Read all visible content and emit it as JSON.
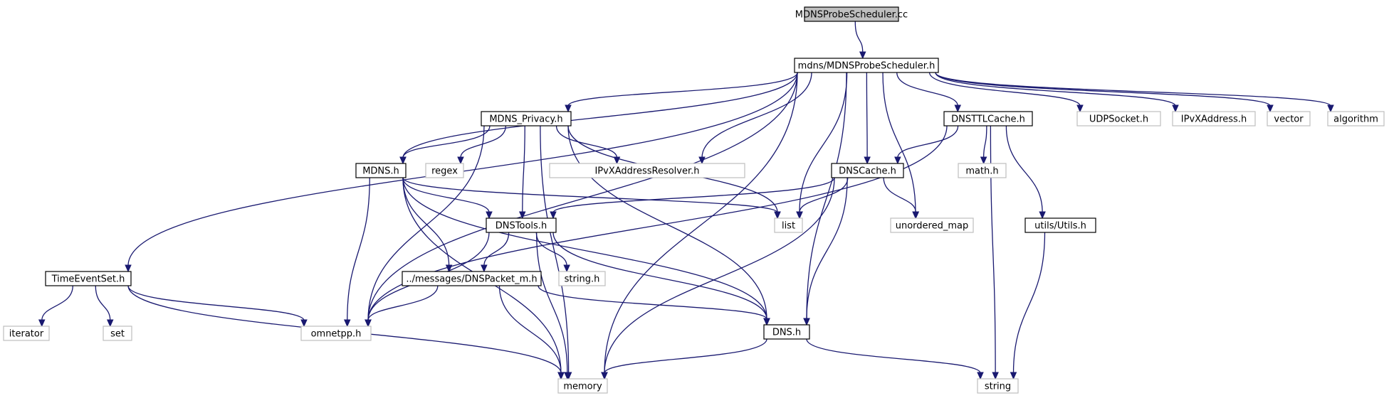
{
  "nodes": {
    "root": {
      "label": "MDNSProbeScheduler.cc",
      "kind": "root"
    },
    "sched": {
      "label": "mdns/MDNSProbeScheduler.h",
      "kind": "internal"
    },
    "privacy": {
      "label": "MDNS_Privacy.h",
      "kind": "internal"
    },
    "ttl": {
      "label": "DNSTTLCache.h",
      "kind": "internal"
    },
    "udp": {
      "label": "UDPSocket.h",
      "kind": "external"
    },
    "ipvx": {
      "label": "IPvXAddress.h",
      "kind": "external"
    },
    "vector": {
      "label": "vector",
      "kind": "external"
    },
    "algorithm": {
      "label": "algorithm",
      "kind": "external"
    },
    "mdns": {
      "label": "MDNS.h",
      "kind": "internal"
    },
    "regex": {
      "label": "regex",
      "kind": "external"
    },
    "resolver": {
      "label": "IPvXAddressResolver.h",
      "kind": "external"
    },
    "cache": {
      "label": "DNSCache.h",
      "kind": "internal"
    },
    "math": {
      "label": "math.h",
      "kind": "external"
    },
    "list": {
      "label": "list",
      "kind": "external"
    },
    "umap": {
      "label": "unordered_map",
      "kind": "external"
    },
    "tools": {
      "label": "DNSTools.h",
      "kind": "internal"
    },
    "utils": {
      "label": "utils/Utils.h",
      "kind": "internal"
    },
    "tes": {
      "label": "TimeEventSet.h",
      "kind": "internal"
    },
    "packet": {
      "label": "../messages/DNSPacket_m.h",
      "kind": "internal"
    },
    "stringh": {
      "label": "string.h",
      "kind": "external"
    },
    "iterator": {
      "label": "iterator",
      "kind": "external"
    },
    "set": {
      "label": "set",
      "kind": "external"
    },
    "omnet": {
      "label": "omnetpp.h",
      "kind": "external"
    },
    "dns": {
      "label": "DNS.h",
      "kind": "internal"
    },
    "memory": {
      "label": "memory",
      "kind": "external"
    },
    "string": {
      "label": "string",
      "kind": "external"
    }
  },
  "edges": [
    [
      "root",
      "sched"
    ],
    [
      "sched",
      "tes"
    ],
    [
      "sched",
      "memory"
    ],
    [
      "sched",
      "omnet"
    ],
    [
      "sched",
      "mdns"
    ],
    [
      "sched",
      "privacy"
    ],
    [
      "sched",
      "resolver"
    ],
    [
      "sched",
      "list"
    ],
    [
      "sched",
      "cache"
    ],
    [
      "sched",
      "umap"
    ],
    [
      "sched",
      "ttl"
    ],
    [
      "sched",
      "udp"
    ],
    [
      "sched",
      "ipvx"
    ],
    [
      "sched",
      "vector"
    ],
    [
      "sched",
      "algorithm"
    ],
    [
      "sched",
      "dns"
    ],
    [
      "privacy",
      "omnet"
    ],
    [
      "privacy",
      "mdns"
    ],
    [
      "privacy",
      "regex"
    ],
    [
      "privacy",
      "resolver"
    ],
    [
      "privacy",
      "tools"
    ],
    [
      "privacy",
      "memory"
    ],
    [
      "privacy",
      "list"
    ],
    [
      "privacy",
      "dns"
    ],
    [
      "ttl",
      "omnet"
    ],
    [
      "ttl",
      "cache"
    ],
    [
      "ttl",
      "math"
    ],
    [
      "ttl",
      "string"
    ],
    [
      "ttl",
      "utils"
    ],
    [
      "mdns",
      "memory"
    ],
    [
      "mdns",
      "omnet"
    ],
    [
      "mdns",
      "packet"
    ],
    [
      "mdns",
      "tools"
    ],
    [
      "mdns",
      "list"
    ],
    [
      "mdns",
      "dns"
    ],
    [
      "cache",
      "tools"
    ],
    [
      "cache",
      "list"
    ],
    [
      "cache",
      "umap"
    ],
    [
      "cache",
      "dns"
    ],
    [
      "cache",
      "memory"
    ],
    [
      "tools",
      "omnet"
    ],
    [
      "tools",
      "packet"
    ],
    [
      "tools",
      "stringh"
    ],
    [
      "tools",
      "dns"
    ],
    [
      "tools",
      "memory"
    ],
    [
      "utils",
      "string"
    ],
    [
      "tes",
      "iterator"
    ],
    [
      "tes",
      "set"
    ],
    [
      "tes",
      "omnet"
    ],
    [
      "tes",
      "memory"
    ],
    [
      "packet",
      "omnet"
    ],
    [
      "packet",
      "memory"
    ],
    [
      "packet",
      "dns"
    ],
    [
      "dns",
      "memory"
    ],
    [
      "dns",
      "string"
    ]
  ]
}
